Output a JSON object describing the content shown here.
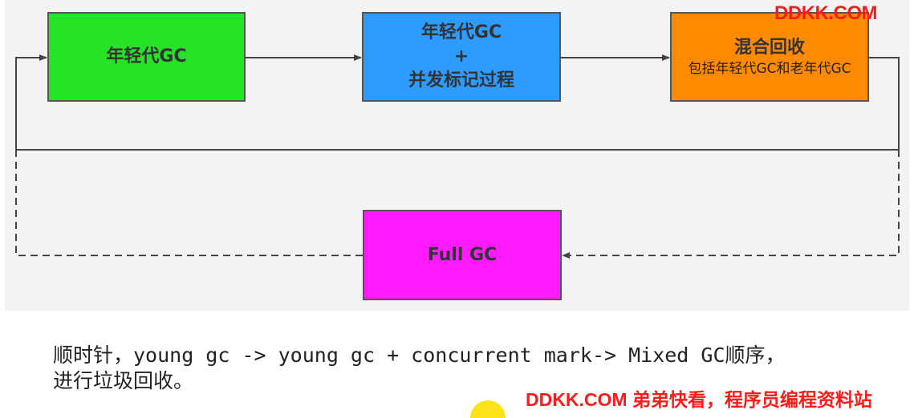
{
  "diagram": {
    "nodes": [
      {
        "id": "young-gc",
        "lines": [
          "年轻代GC"
        ],
        "subtitle": "",
        "color": "#27e327"
      },
      {
        "id": "young-gc-concurrent-mark",
        "lines": [
          "年轻代GC",
          "+",
          "并发标记过程"
        ],
        "subtitle": "",
        "color": "#2e9bff"
      },
      {
        "id": "mixed-gc",
        "lines": [
          "混合回收"
        ],
        "subtitle": "包括年轻代GC和老年代GC",
        "color": "#ff8a00"
      },
      {
        "id": "full-gc",
        "lines": [
          "Full GC"
        ],
        "subtitle": "",
        "color": "#ff1aff"
      }
    ],
    "edges": [
      {
        "from": "young-gc",
        "to": "young-gc-concurrent-mark",
        "style": "solid"
      },
      {
        "from": "young-gc-concurrent-mark",
        "to": "mixed-gc",
        "style": "solid"
      },
      {
        "from": "mixed-gc",
        "to": "young-gc",
        "style": "solid"
      },
      {
        "from": "mixed-gc",
        "to": "full-gc",
        "style": "dashed"
      },
      {
        "from": "full-gc",
        "to": "young-gc",
        "style": "dashed"
      }
    ]
  },
  "caption": {
    "line1": "顺时针，young gc -> young gc + concurrent mark-> Mixed GC顺序，",
    "line2": "进行垃圾回收。"
  },
  "watermark": {
    "top": "DDKK.COM",
    "bottom": "DDKK.COM 弟弟快看，程序员编程资料站"
  }
}
